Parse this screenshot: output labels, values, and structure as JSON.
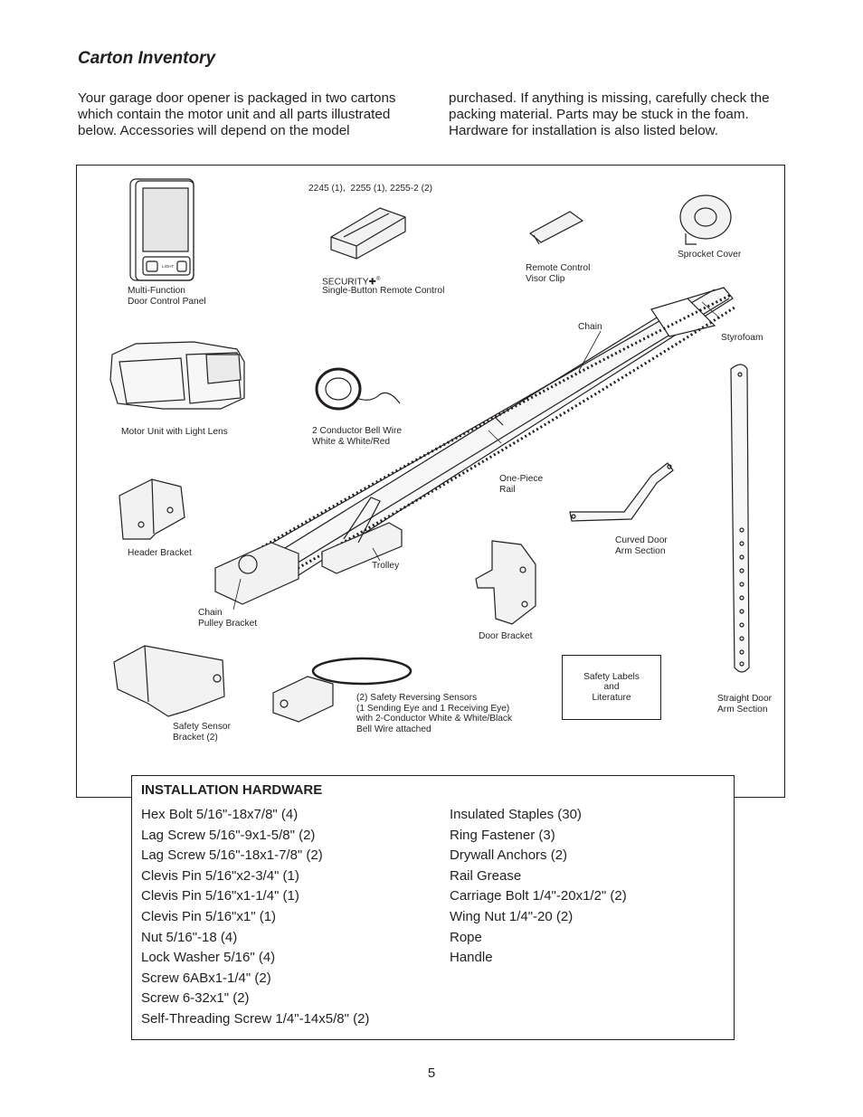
{
  "heading": "Carton Inventory",
  "intro": {
    "left": "Your garage door opener is packaged in two cartons which contain the motor unit and all parts illustrated below. Accessories will depend on the model",
    "right": "purchased. If anything is missing, carefully check the packing material. Parts may be stuck in the foam. Hardware for installation is also listed below."
  },
  "parts": {
    "door_control": "Multi-Function\nDoor Control Panel",
    "light_button": "LIGHT",
    "remote_models": "2245 (1),  2255 (1), 2255-2 (2)",
    "remote_brand": "SECURITY✚",
    "remote_brand_reg": "®",
    "remote_name": "Single-Button Remote Control",
    "visor_clip": "Remote Control\nVisor Clip",
    "sprocket_cover": "Sprocket Cover",
    "chain": "Chain",
    "styrofoam": "Styrofoam",
    "motor_unit": "Motor Unit with Light Lens",
    "bell_wire": "2 Conductor Bell Wire\nWhite & White/Red",
    "rail": "One-Piece\nRail",
    "curved_arm": "Curved Door\nArm Section",
    "header_bracket": "Header Bracket",
    "trolley": "Trolley",
    "chain_pulley": "Chain\nPulley Bracket",
    "door_bracket": "Door Bracket",
    "safety_labels": "Safety Labels\nand\nLiterature",
    "sensor_bracket": "Safety Sensor\nBracket (2)",
    "sensors": "(2) Safety Reversing Sensors\n(1 Sending Eye and 1 Receiving Eye)\nwith 2-Conductor White & White/Black\nBell Wire attached",
    "straight_arm": "Straight Door\nArm Section"
  },
  "hardware": {
    "title": "INSTALLATION HARDWARE",
    "col1": [
      "Hex Bolt 5/16\"-18x7/8\" (4)",
      "Lag Screw 5/16\"-9x1-5/8\" (2)",
      "Lag Screw 5/16\"-18x1-7/8\" (2)",
      "Clevis Pin 5/16\"x2-3/4\" (1)",
      "Clevis Pin 5/16\"x1-1/4\" (1)",
      "Clevis Pin 5/16\"x1\" (1)",
      "Nut 5/16\"-18 (4)",
      "Lock Washer 5/16\" (4)",
      "Screw 6ABx1-1/4\" (2)",
      "Screw 6-32x1\" (2)",
      "Self-Threading Screw 1/4\"-14x5/8\" (2)"
    ],
    "col2": [
      "Insulated Staples (30)",
      "Ring Fastener (3)",
      "Drywall Anchors (2)",
      "Rail Grease",
      "Carriage Bolt 1/4\"-20x1/2\" (2)",
      "Wing Nut 1/4\"-20 (2)",
      "Rope",
      "Handle"
    ]
  },
  "page_number": "5"
}
